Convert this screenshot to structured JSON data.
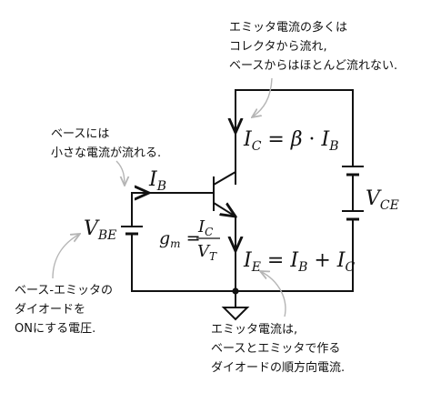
{
  "notes": {
    "collector_lines": [
      "エミッタ電流の多くは",
      "コレクタから流れ,",
      "ベースからはほとんど流れない."
    ],
    "base_lines": [
      "ベースには",
      "小さな電流が流れる."
    ],
    "vbe_lines": [
      "ベース-エミッタの",
      "ダイオードを",
      "ONにする電圧."
    ],
    "emitter_lines": [
      "エミッタ電流は,",
      "ベースとエミッタで作る",
      "ダイオードの順方向電流."
    ]
  },
  "labels": {
    "ic_eq": "I_C = β · I_B",
    "ib": "I_B",
    "ie_eq": "I_E = I_B + I_C",
    "vbe": "V_BE",
    "vce": "V_CE",
    "gm": "g_m = I_C / V_T"
  }
}
